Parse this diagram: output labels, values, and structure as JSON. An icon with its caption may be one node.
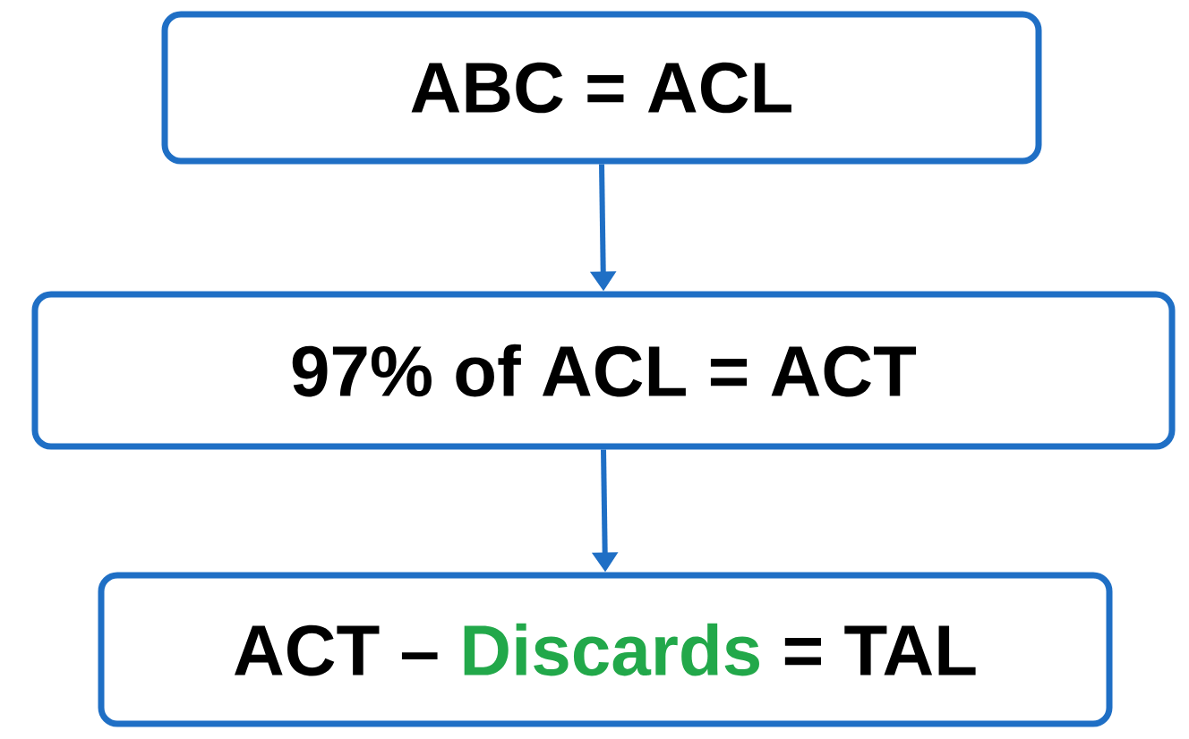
{
  "diagram": {
    "nodes": [
      {
        "text": [
          "ABC = ACL"
        ]
      },
      {
        "text": [
          "97% of ACL = ACT"
        ]
      },
      {
        "text": [
          "ACT –",
          "Discards",
          "= TAL"
        ]
      }
    ],
    "edges": [
      {
        "from": 0,
        "to": 1,
        "arrow": "to"
      },
      {
        "from": 1,
        "to": 2,
        "arrow": "to"
      }
    ]
  }
}
